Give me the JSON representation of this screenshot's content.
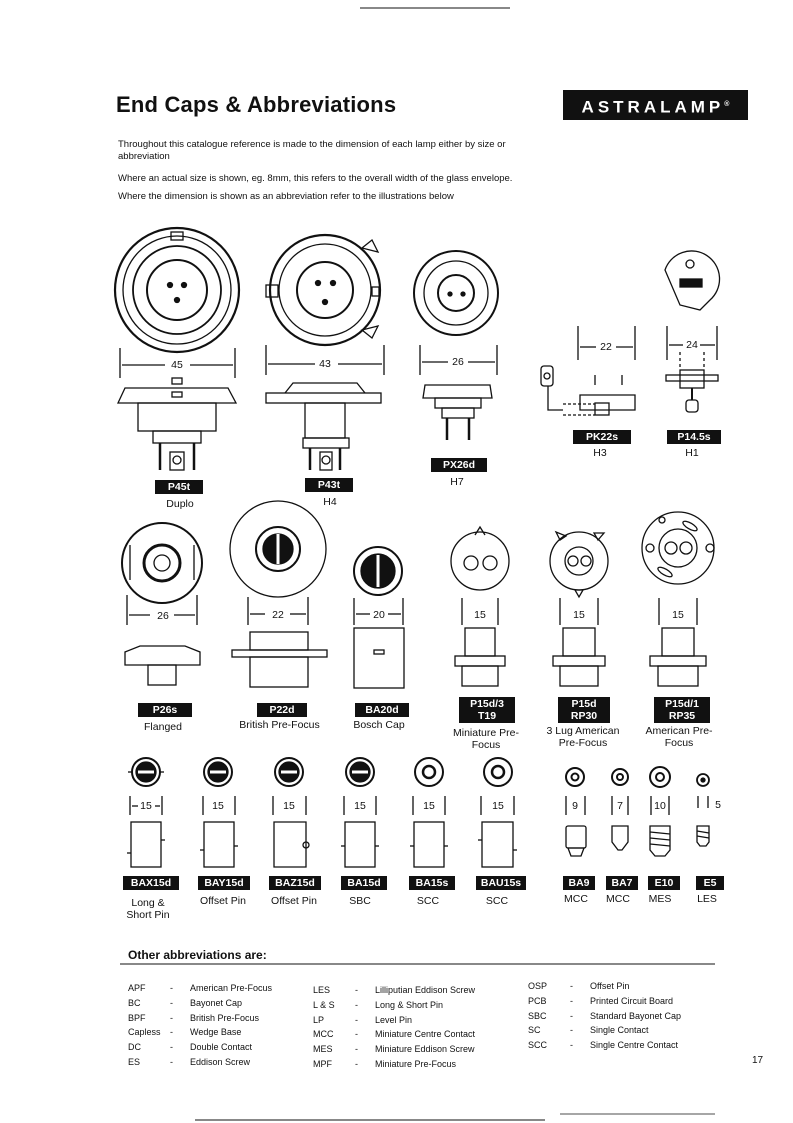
{
  "header": {
    "title": "End Caps & Abbreviations",
    "logo_text": "ASTRALAMP"
  },
  "intro": [
    "Throughout this catalogue reference is made to the dimension of each lamp either by size or abbreviation",
    "Where an actual size is shown, eg. 8mm, this refers to the overall width of the glass envelope.",
    "Where the dimension is shown as an abbreviation refer to the illustrations below"
  ],
  "row1": [
    {
      "dim": "45",
      "code": "P45t",
      "name": "Duplo"
    },
    {
      "dim": "43",
      "code": "P43t",
      "name": "H4"
    },
    {
      "dim": "26",
      "code": "PX26d",
      "name": "H7"
    },
    {
      "dim": "22",
      "code": "PK22s",
      "name": "H3"
    },
    {
      "dim": "24",
      "code": "P14.5s",
      "name": "H1"
    }
  ],
  "row2": [
    {
      "dim": "26",
      "code": "P26s",
      "name": "Flanged"
    },
    {
      "dim": "22",
      "code": "P22d",
      "name": "British Pre-Focus"
    },
    {
      "dim": "20",
      "code": "BA20d",
      "name": "Bosch Cap"
    },
    {
      "dim": "15",
      "code": "P15d/3\nT19",
      "name": "Miniature Pre-\nFocus"
    },
    {
      "dim": "15",
      "code": "P15d\nRP30",
      "name": "3 Lug American\nPre-Focus"
    },
    {
      "dim": "15",
      "code": "P15d/1\nRP35",
      "name": "American Pre-\nFocus"
    }
  ],
  "row3": [
    {
      "dim": "15",
      "code": "BAX15d",
      "name": "Long &\nShort Pin"
    },
    {
      "dim": "15",
      "code": "BAY15d",
      "name": "Offset Pin"
    },
    {
      "dim": "15",
      "code": "BAZ15d",
      "name": "Offset Pin"
    },
    {
      "dim": "15",
      "code": "BA15d",
      "name": "SBC"
    },
    {
      "dim": "15",
      "code": "BA15s",
      "name": "SCC"
    },
    {
      "dim": "15",
      "code": "BAU15s",
      "name": "SCC"
    },
    {
      "dim": "9",
      "code": "BA9",
      "name": "MCC"
    },
    {
      "dim": "7",
      "code": "BA7",
      "name": "MCC"
    },
    {
      "dim": "10",
      "code": "E10",
      "name": "MES"
    },
    {
      "dim": "5",
      "code": "E5",
      "name": "LES"
    }
  ],
  "other": {
    "heading": "Other abbreviations are:",
    "col1": [
      {
        "k": "APF",
        "v": "American Pre-Focus"
      },
      {
        "k": "BC",
        "v": "Bayonet Cap"
      },
      {
        "k": "BPF",
        "v": "British Pre-Focus"
      },
      {
        "k": "Capless",
        "v": "Wedge Base"
      },
      {
        "k": "DC",
        "v": "Double Contact"
      },
      {
        "k": "ES",
        "v": "Eddison Screw"
      }
    ],
    "col2": [
      {
        "k": "LES",
        "v": "Lilliputian Eddison Screw"
      },
      {
        "k": "L & S",
        "v": "Long & Short Pin"
      },
      {
        "k": "LP",
        "v": "Level Pin"
      },
      {
        "k": "MCC",
        "v": "Miniature Centre Contact"
      },
      {
        "k": "MES",
        "v": "Miniature Eddison Screw"
      },
      {
        "k": "MPF",
        "v": "Miniature Pre-Focus"
      }
    ],
    "col3": [
      {
        "k": "OSP",
        "v": "Offset Pin"
      },
      {
        "k": "PCB",
        "v": "Printed Circuit Board"
      },
      {
        "k": "SBC",
        "v": "Standard Bayonet Cap"
      },
      {
        "k": "SC",
        "v": "Single Contact"
      },
      {
        "k": "SCC",
        "v": "Single Centre Contact"
      }
    ]
  },
  "page_number": "17"
}
